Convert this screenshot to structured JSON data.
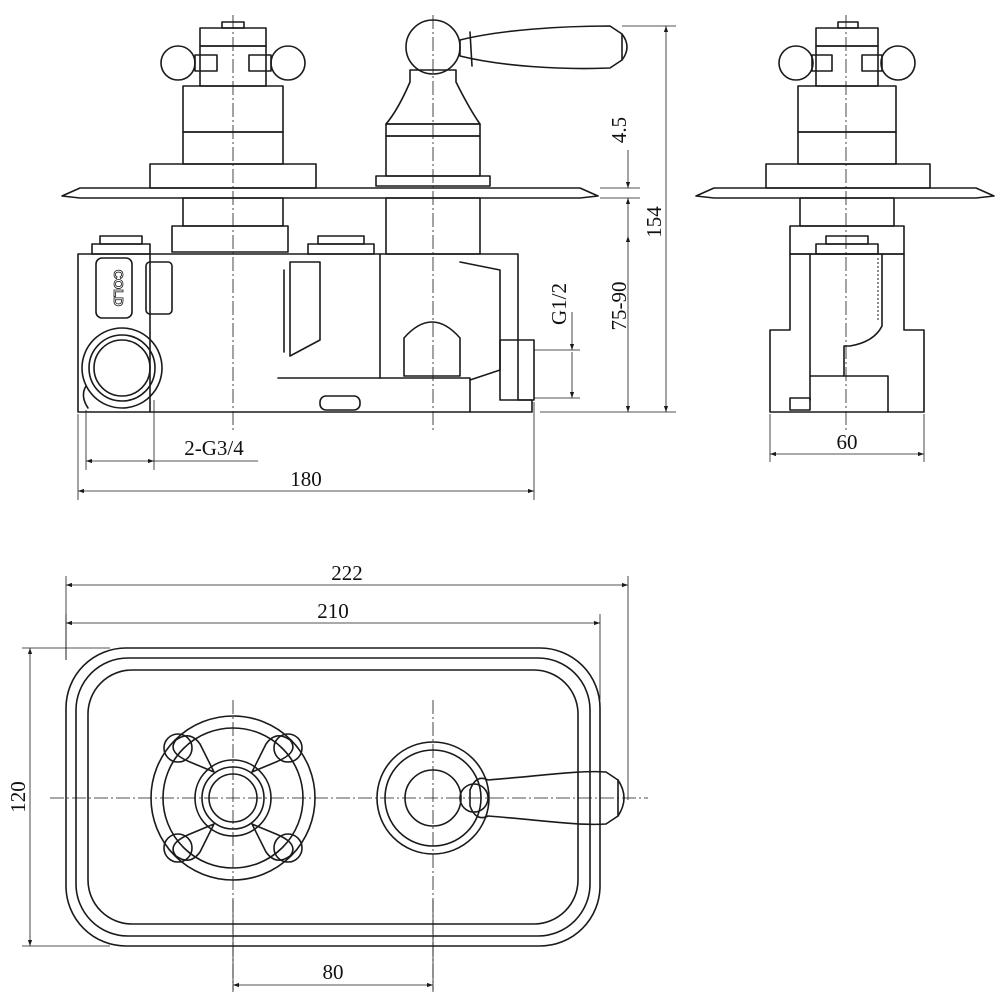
{
  "labels": {
    "dim_height_top": "4.5",
    "dim_total_height": "154",
    "dim_depth_range": "75-90",
    "dim_outlet_thread": "G1/2",
    "dim_inlet_thread": "2-G3/4",
    "dim_body_width": "180",
    "dim_side_depth": "60",
    "dim_plate_width_outer": "222",
    "dim_plate_width_inner": "210",
    "dim_plate_height": "120",
    "dim_centre_distance": "80",
    "inlet_marking": "COLD"
  }
}
